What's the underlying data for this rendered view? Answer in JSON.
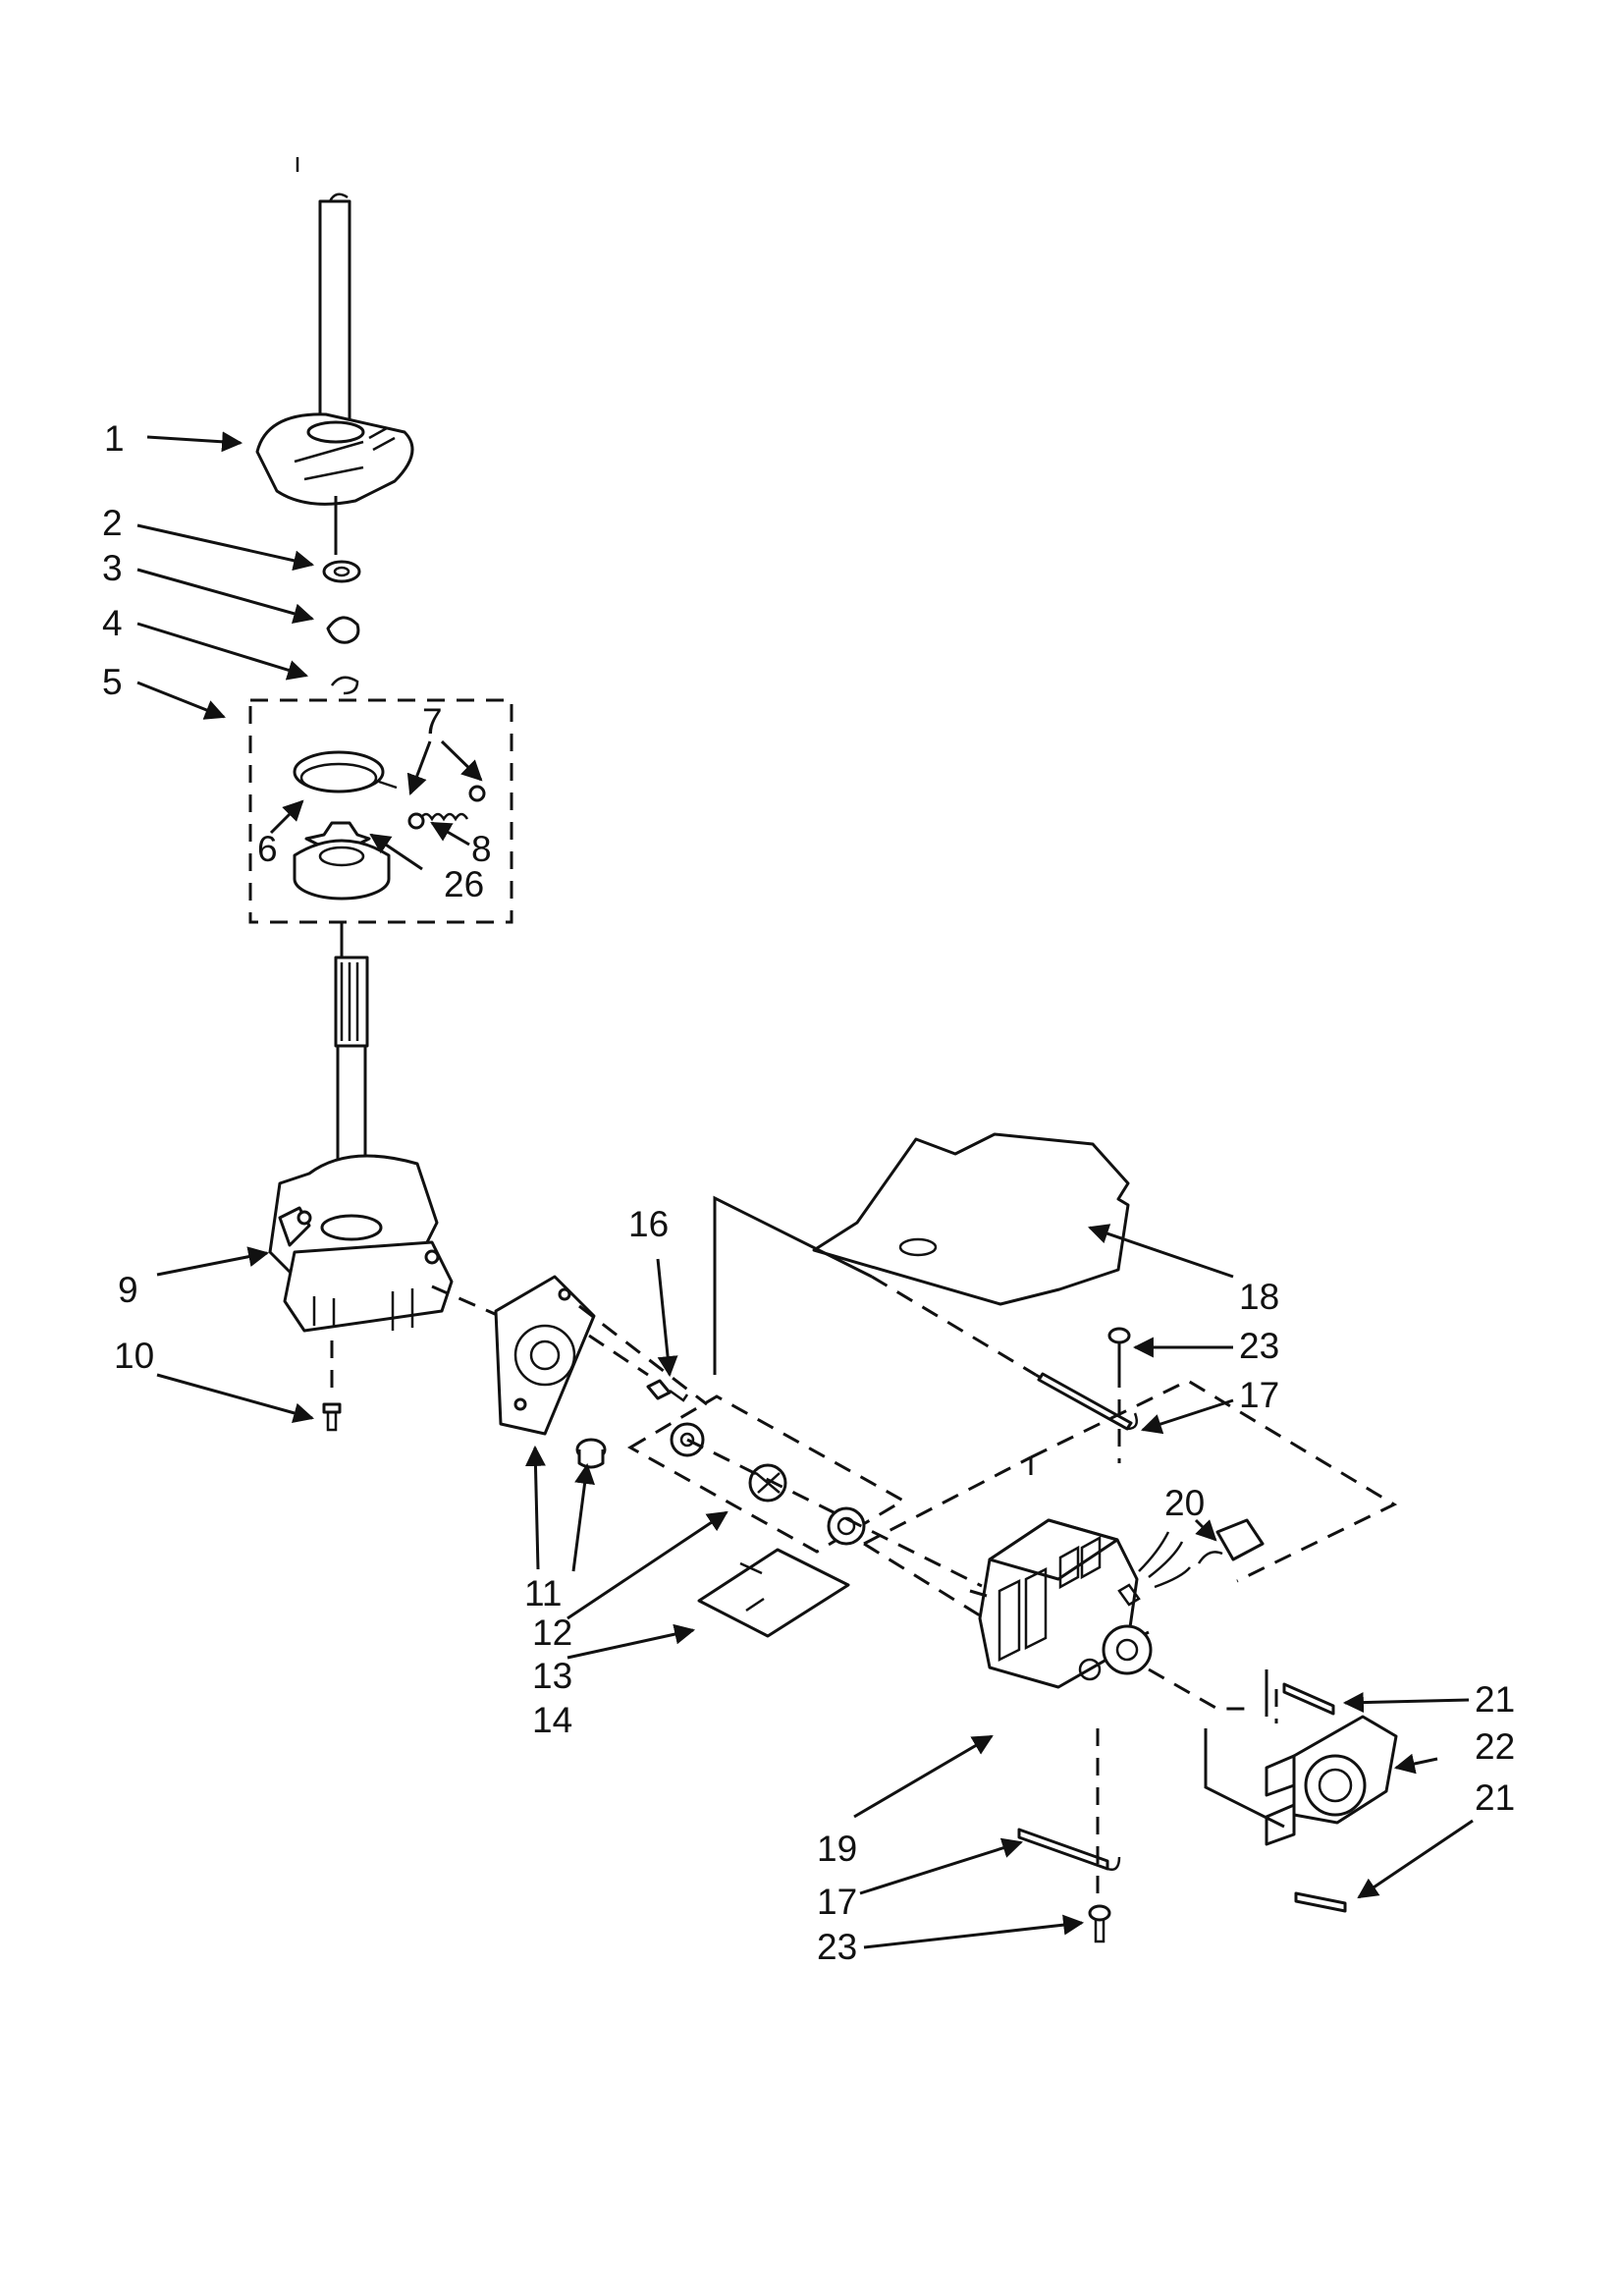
{
  "diagram": {
    "colors": {
      "ink": "#111111",
      "paper": "#ffffff"
    },
    "callouts": {
      "c1": "1",
      "c2": "2",
      "c3": "3",
      "c4": "4",
      "c5": "5",
      "c6": "6",
      "c7": "7",
      "c8": "8",
      "c26": "26",
      "c9": "9",
      "c10": "10",
      "c11": "11",
      "c12": "12",
      "c13": "13",
      "c14": "14",
      "c16": "16",
      "c17a": "17",
      "c17b": "17",
      "c18": "18",
      "c19": "19",
      "c20": "20",
      "c21a": "21",
      "c21b": "21",
      "c22": "22",
      "c23a": "23",
      "c23b": "23"
    }
  }
}
